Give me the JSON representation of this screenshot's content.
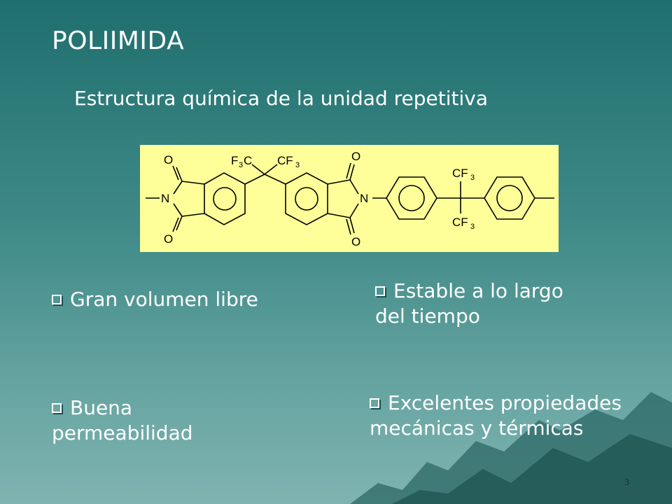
{
  "title": "POLIIMIDA",
  "subtitle": "Estructura química de la unidad repetitiva",
  "structure": {
    "atoms": {
      "O": "O",
      "N": "N",
      "F3": "F",
      "sub3": "3",
      "C": "C",
      "CF": "CF"
    }
  },
  "bullets": [
    "Gran volumen libre",
    "Estable a lo largo del tiempo",
    "Buena permeabilidad",
    "Excelentes propiedades mecánicas y térmicas"
  ],
  "page_number": "3",
  "colors": {
    "structure_bg": "#ffff99",
    "text": "#ffffff"
  }
}
